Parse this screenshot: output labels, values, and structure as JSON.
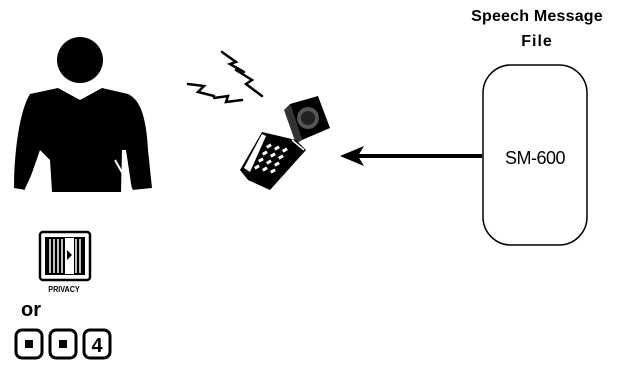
{
  "diagram": {
    "title_line1": "Speech Message",
    "title_line2": "File",
    "device_label": "SM-600",
    "privacy_button_label": "PRIVACY",
    "or_text": "or",
    "key_sequence": [
      "•",
      "•",
      "4"
    ]
  },
  "colors": {
    "ink": "#000000",
    "background": "#ffffff"
  },
  "icons": [
    "person-icon",
    "signal-waves-icon",
    "flip-phone-icon",
    "arrow-left-icon",
    "privacy-button-icon",
    "key-dot-icon",
    "key-4-icon"
  ]
}
